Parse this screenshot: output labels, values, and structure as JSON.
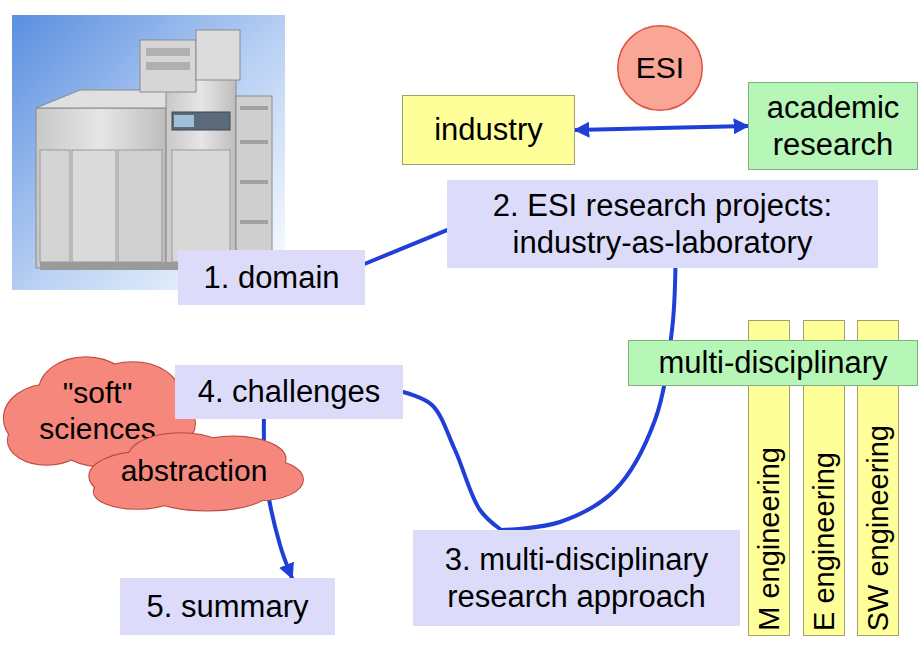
{
  "diagram": {
    "nodes": [
      {
        "text": [
          "ESI"
        ]
      },
      {
        "text": [
          "industry"
        ]
      },
      {
        "text": [
          "academic research"
        ]
      },
      {
        "text": [
          "2. ESI research projects: industry-as-laboratory"
        ]
      },
      {
        "text": [
          "1. domain"
        ]
      },
      {
        "text": [
          "multi-disciplinary"
        ]
      },
      {
        "text": [
          "M engineering"
        ]
      },
      {
        "text": [
          "E engineering"
        ]
      },
      {
        "text": [
          "SW engineering"
        ]
      },
      {
        "text": [
          "\"soft\" sciences"
        ]
      },
      {
        "text": [
          "4. challenges"
        ]
      },
      {
        "text": [
          "abstraction"
        ]
      },
      {
        "text": [
          "3. multi-disciplinary research approach"
        ]
      },
      {
        "text": [
          "5. summary"
        ]
      }
    ],
    "edges": [
      {
        "from": 1,
        "to": 2,
        "arrow": "both"
      },
      {
        "from": 4,
        "to": 3,
        "arrow": "none"
      },
      {
        "from": 3,
        "to": 12,
        "arrow": "none"
      },
      {
        "from": 12,
        "to": 10,
        "arrow": "none"
      },
      {
        "from": 10,
        "to": 13,
        "arrow": "to"
      }
    ]
  }
}
